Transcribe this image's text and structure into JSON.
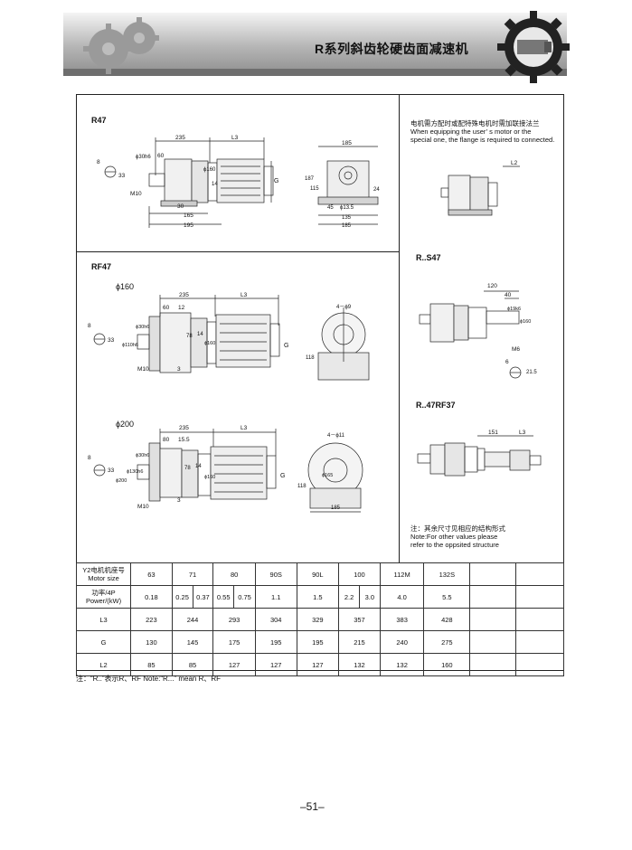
{
  "header": {
    "title": "R系列斜齿轮硬齿面减速机"
  },
  "sections": {
    "r47": {
      "label": "R47"
    },
    "rf47": {
      "label": "RF47"
    },
    "phi160": "ϕ160",
    "phi200": "ϕ200",
    "rs47": "R..S47",
    "r47rf37": "R..47RF37"
  },
  "flange_note": {
    "cn": "电机需方配时或配特殊电机时需加联接法兰",
    "en1": "When equipping the user’ s motor or the",
    "en2": "special one, the flange is required to connected."
  },
  "other_note": {
    "cn": "注：其余尺寸见相应的结构形式",
    "en1": "Note:For other values please",
    "en2": "refer to the oppsited structure"
  },
  "dims": {
    "r47": {
      "d235": "235",
      "l3": "L3",
      "d185": "185",
      "d60": "60",
      "d8": "8",
      "d33": "33",
      "phi30": "ϕ30h6",
      "m10": "M10",
      "d30": "30",
      "d165": "165",
      "d195": "195",
      "g": "G",
      "phi160": "ϕ160",
      "d24": "24",
      "d187": "187",
      "d115": "115",
      "d45": "45",
      "phi135": "ϕ13.5",
      "d135": "135",
      "d185b": "185",
      "d14": "14"
    },
    "rf47a": {
      "d235": "235",
      "l3": "L3",
      "d60": "60",
      "d12": "12",
      "d8": "8",
      "d33": "33",
      "phi110": "ϕ110h6",
      "phi30": "ϕ30h6",
      "d78": "78",
      "d14": "14",
      "phi160": "ϕ160",
      "m10": "M10",
      "d3": "3",
      "g": "G",
      "d49": "4－ϕ9",
      "d118": "118"
    },
    "rf47b": {
      "d235": "235",
      "l3": "L3",
      "d80": "80",
      "d155": "15.5",
      "d8": "8",
      "d33": "33",
      "phi200": "ϕ200",
      "phi130": "ϕ130h6",
      "phi30": "ϕ30h6",
      "d78": "78",
      "d14": "14",
      "phi160": "ϕ160",
      "m10": "M10",
      "d3": "3",
      "g": "G",
      "d411": "4－ϕ11",
      "d118": "118",
      "d185": "185",
      "phi165": "ϕ165"
    },
    "rs47": {
      "d120": "120",
      "d40": "40",
      "phi19": "ϕ19k6",
      "phi160": "ϕ160",
      "m6": "M6",
      "d6": "6",
      "d215": "21.5"
    },
    "r47rf37": {
      "d151": "151",
      "l3": "L3"
    },
    "flange": {
      "l2": "L2"
    }
  },
  "table": {
    "rows": [
      {
        "h1": "Y2电机机座号",
        "h2": "Motor size",
        "cells": [
          "63",
          "71",
          "80",
          "90S",
          "90L",
          "100",
          "112M",
          "132S",
          "",
          ""
        ]
      },
      {
        "h1": "功率/4P",
        "h2": "Power/(kW)",
        "cells": [
          "0.18",
          "0.25",
          "0.37",
          "0.55",
          "0.75",
          "1.1",
          "1.5",
          "2.2",
          "3.0",
          "4.0",
          "5.5",
          "",
          ""
        ]
      },
      {
        "h1": "L3",
        "h2": "",
        "cells": [
          "223",
          "244",
          "293",
          "304",
          "329",
          "357",
          "383",
          "428",
          "",
          ""
        ]
      },
      {
        "h1": "G",
        "h2": "",
        "cells": [
          "130",
          "145",
          "175",
          "195",
          "195",
          "215",
          "240",
          "275",
          "",
          ""
        ]
      },
      {
        "h1": "L2",
        "h2": "",
        "cells": [
          "85",
          "85",
          "127",
          "127",
          "127",
          "132",
          "132",
          "160",
          "",
          ""
        ]
      }
    ]
  },
  "footnote": "注：“R..”表示R、RF      Note:“R...” mean R、RF",
  "page_number": "–51–"
}
